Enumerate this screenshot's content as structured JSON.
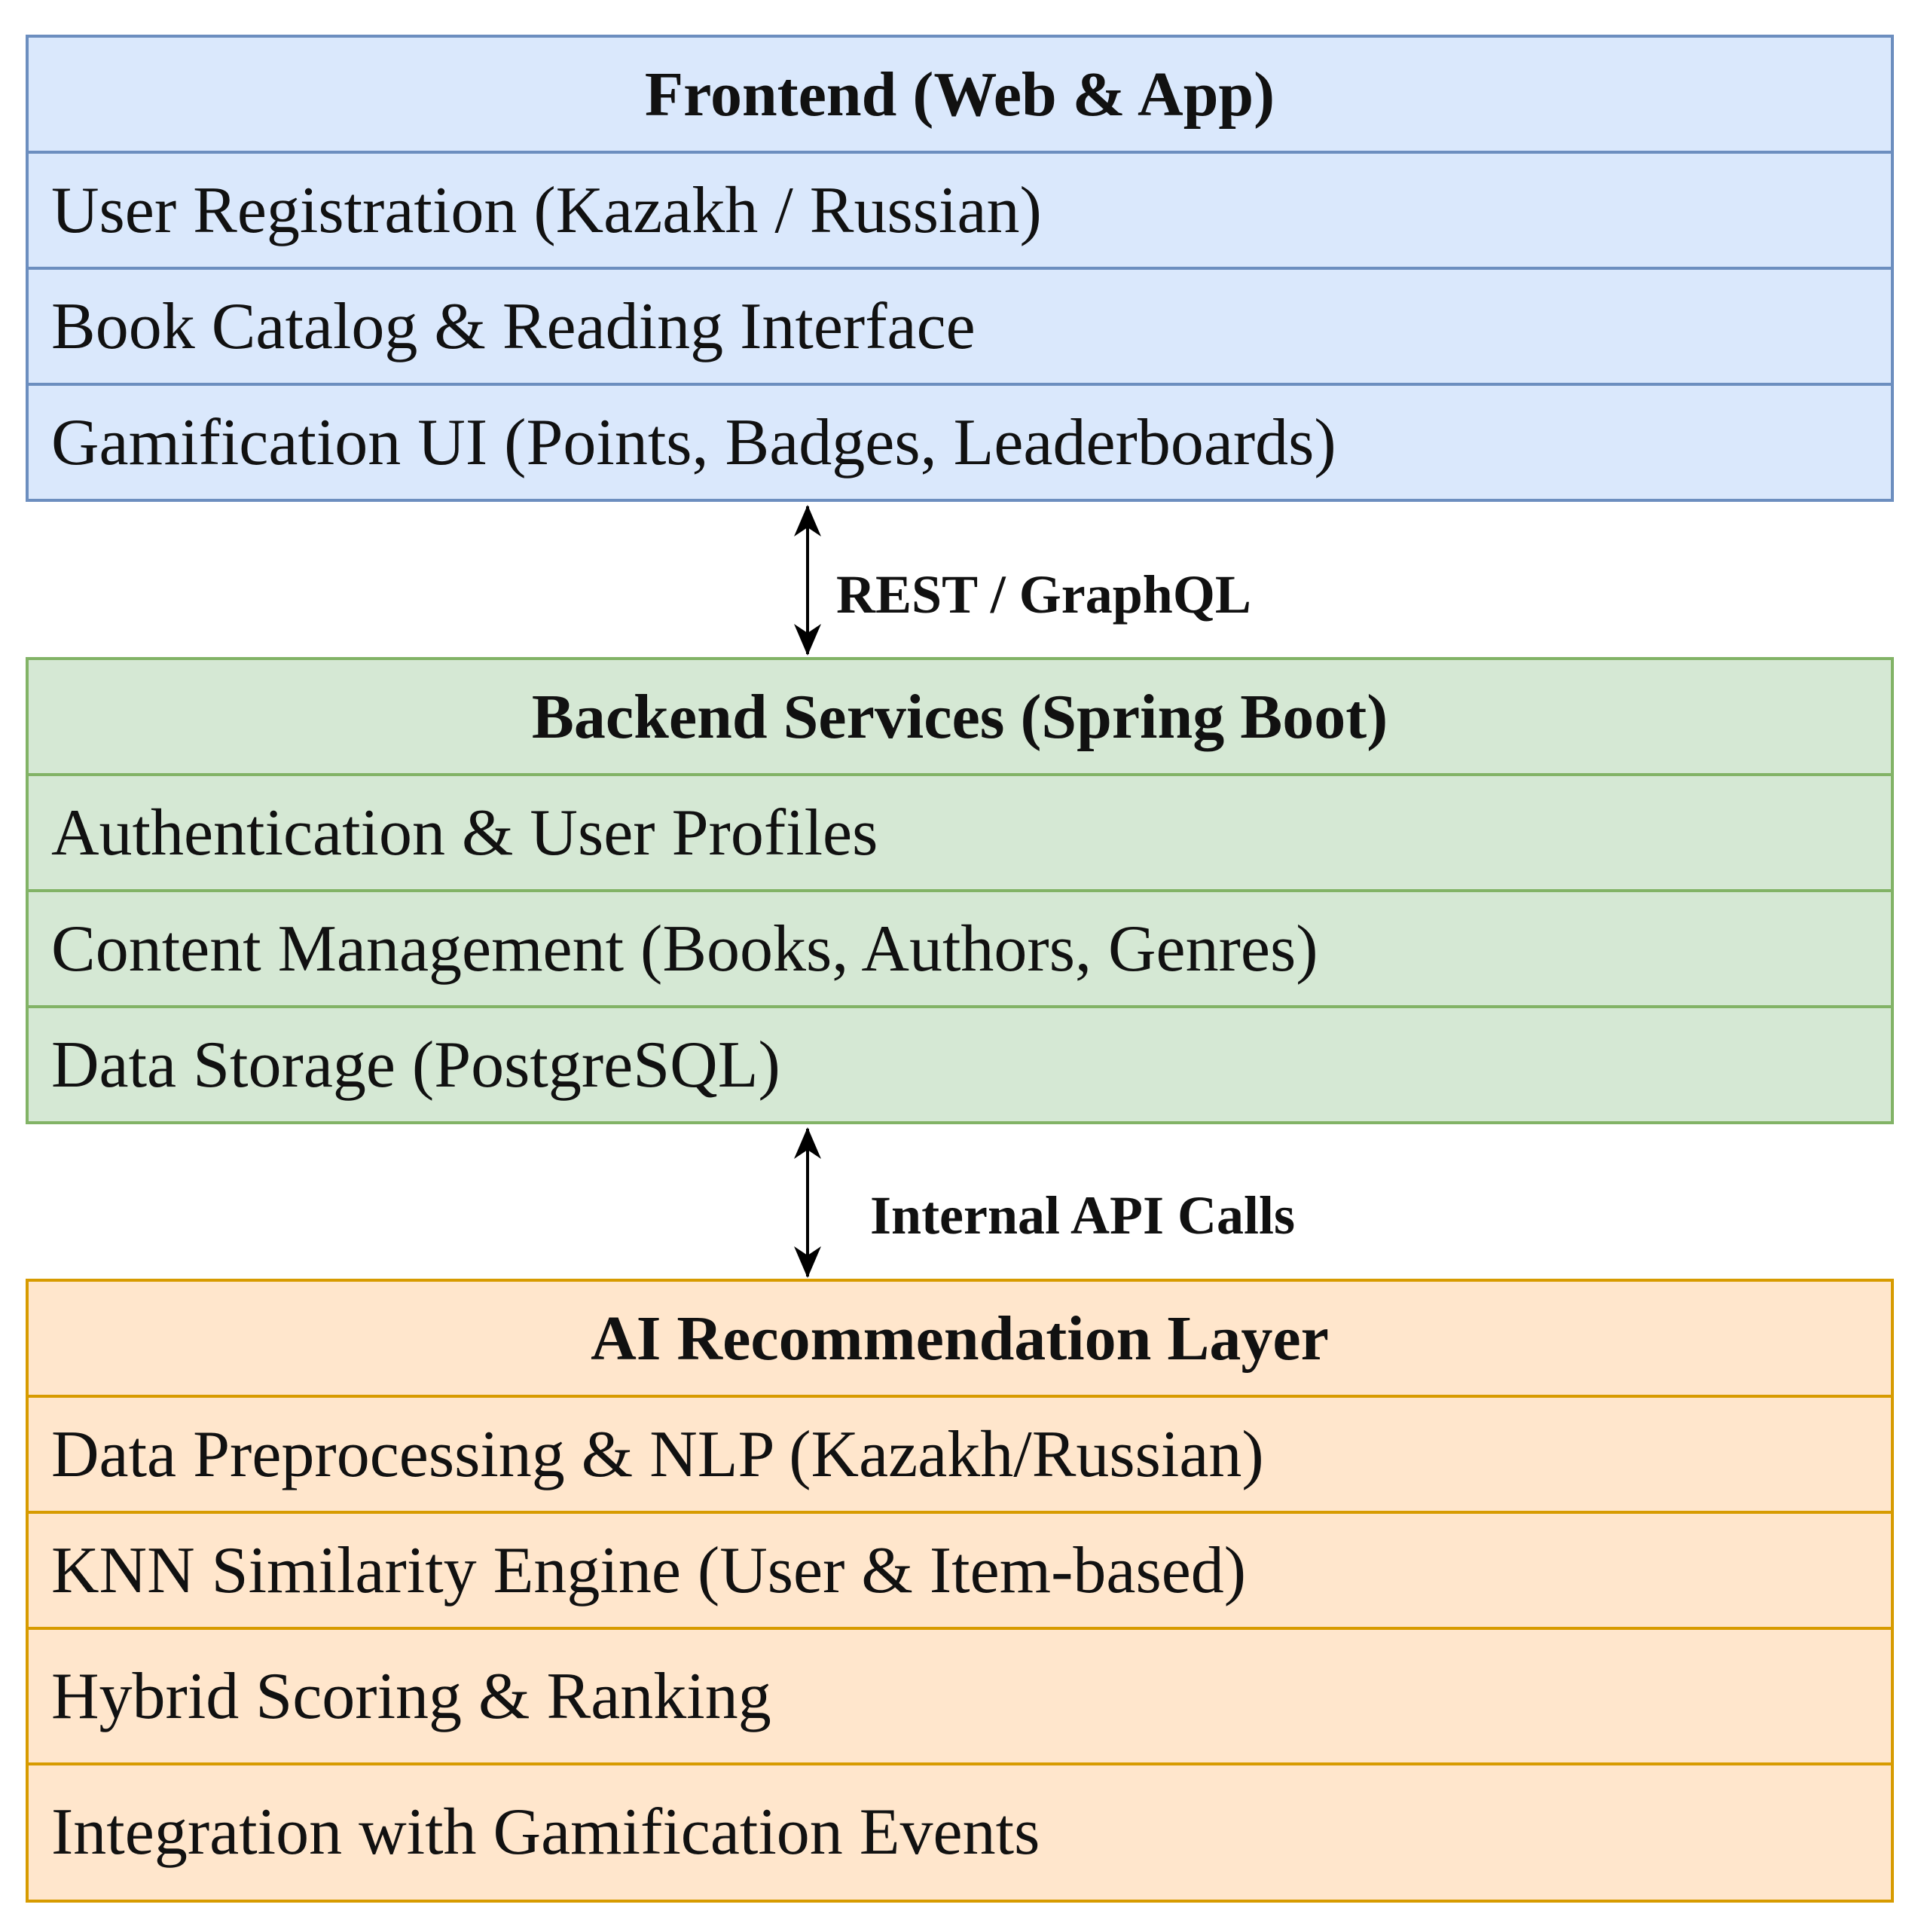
{
  "colors": {
    "frontend_fill": "#dae8fc",
    "frontend_border": "#6c8ebf",
    "backend_fill": "#d5e8d4",
    "backend_border": "#82b366",
    "ai_fill": "#ffe6cc",
    "ai_border": "#d79b00",
    "arrow": "#000000"
  },
  "layers": [
    {
      "id": "frontend",
      "title": "Frontend (Web & App)",
      "items": [
        "User Registration (Kazakh / Russian)",
        "Book Catalog & Reading Interface",
        "Gamification UI (Points, Badges, Leaderboards)"
      ]
    },
    {
      "id": "backend",
      "title": "Backend Services (Spring Boot)",
      "items": [
        "Authentication & User Profiles",
        "Content Management (Books, Authors, Genres)",
        "Data Storage (PostgreSQL)"
      ]
    },
    {
      "id": "ai",
      "title": "AI Recommendation Layer",
      "items": [
        "Data Preprocessing & NLP (Kazakh/Russian)",
        "KNN Similarity Engine (User & Item-based)",
        "Hybrid Scoring & Ranking",
        "Integration with Gamification Events"
      ]
    }
  ],
  "connections": [
    {
      "from": "frontend",
      "to": "backend",
      "label": "REST / GraphQL",
      "direction": "bidirectional"
    },
    {
      "from": "backend",
      "to": "ai",
      "label": "Internal API Calls",
      "direction": "bidirectional"
    }
  ]
}
